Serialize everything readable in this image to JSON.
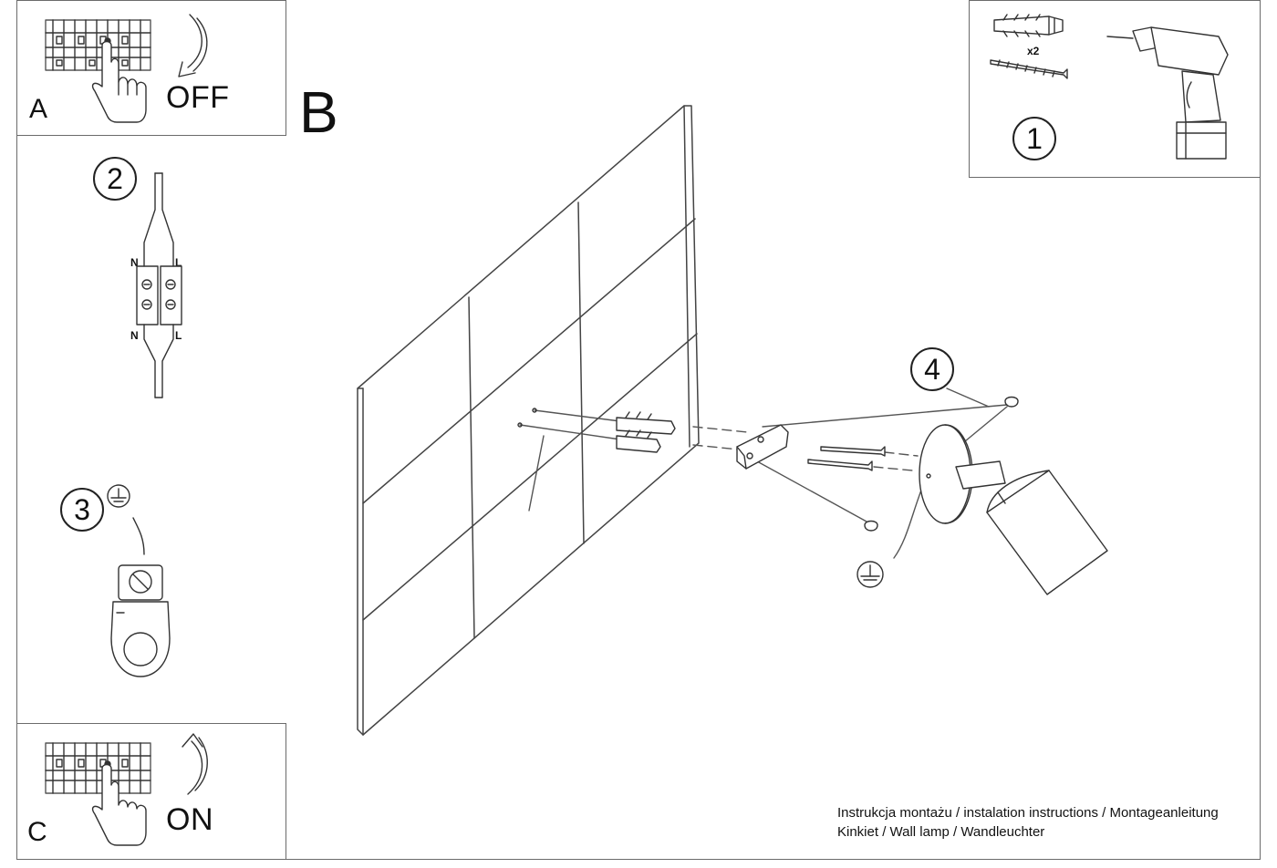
{
  "panel_a": {
    "letter": "A",
    "action": "OFF"
  },
  "panel_c": {
    "letter": "C",
    "action": "ON"
  },
  "panel_b": {
    "letter": "B"
  },
  "step_1_top": {
    "number": "1",
    "quantity": "x2"
  },
  "step_2": {
    "number": "2",
    "label_n_top": "N",
    "label_l_top": "L",
    "label_n_bottom": "N",
    "label_l_bottom": "L"
  },
  "step_3": {
    "number": "3"
  },
  "step_4": {
    "number": "4"
  },
  "wall_step": {
    "number": "1"
  },
  "footer": {
    "line1": "Instrukcja montażu / instalation instructions / Montageanleitung",
    "line2": "Kinkiet / Wall lamp / Wandleuchter"
  },
  "icons": [
    "breaker-panel-icon",
    "hand-icon",
    "curved-arrow-icon",
    "wall-plug-icon",
    "screw-icon",
    "drill-icon",
    "terminal-block-icon",
    "ground-symbol-icon",
    "ground-terminal-icon",
    "wall-lamp-icon"
  ]
}
